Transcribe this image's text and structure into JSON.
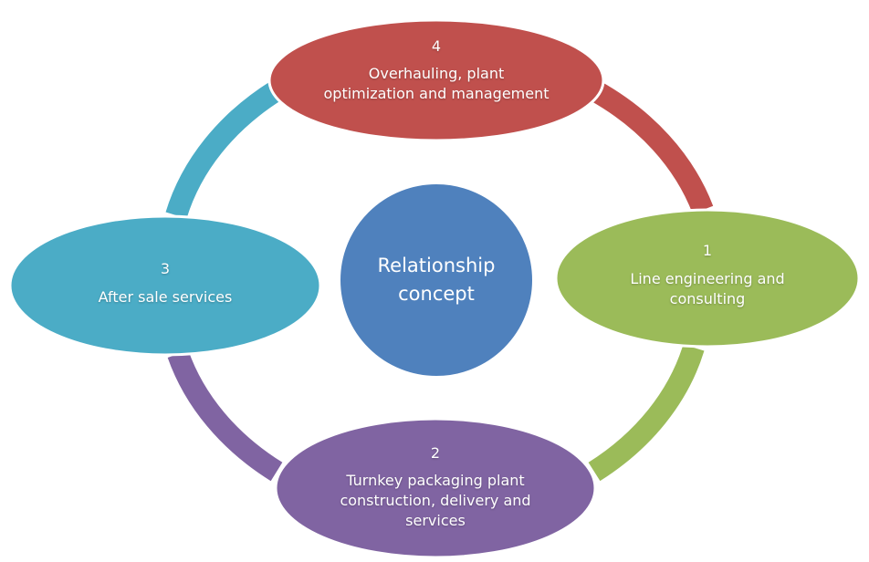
{
  "center": {
    "line1": "Relationship",
    "line2": "concept",
    "color": "#4f81bd"
  },
  "nodes": [
    {
      "number": "1",
      "lines": [
        "Line engineering and",
        "consulting"
      ],
      "color": "#9bbb59"
    },
    {
      "number": "2",
      "lines": [
        "Turnkey packaging plant",
        "construction, delivery  and",
        "services"
      ],
      "color": "#8064a2"
    },
    {
      "number": "3",
      "lines": [
        "After sale services"
      ],
      "color": "#4bacc6"
    },
    {
      "number": "4",
      "lines": [
        "Overhauling, plant",
        "optimization and management"
      ],
      "color": "#c0504d"
    }
  ]
}
